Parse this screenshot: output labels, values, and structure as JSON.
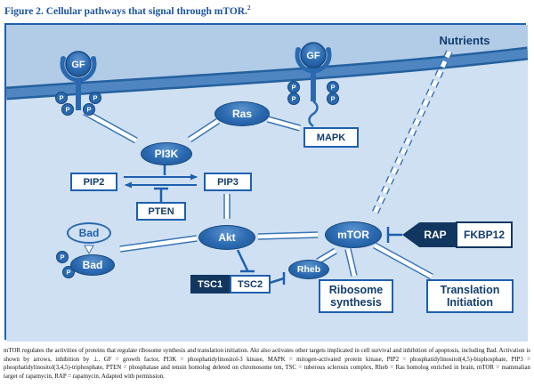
{
  "title": {
    "text": "Figure 2. Cellular pathways that signal through mTOR.",
    "superscript": "2"
  },
  "labels": {
    "gf": "GF",
    "p": "P",
    "nutrients": "Nutrients"
  },
  "nodes": {
    "ras": "Ras",
    "mapk": "MAPK",
    "pi3k": "PI3K",
    "pip2": "PIP2",
    "pip3": "PIP3",
    "pten": "PTEN",
    "akt": "Akt",
    "bad": "Bad",
    "tsc1": "TSC1",
    "tsc2": "TSC2",
    "rheb": "Rheb",
    "mtor": "mTOR",
    "rap": "RAP",
    "fkbp12": "FKBP12",
    "ribosome_line1": "Ribosome",
    "ribosome_line2": "synthesis",
    "translation_line1": "Translation",
    "translation_line2": "Initiation"
  },
  "colors": {
    "accent_blue": "#1e5fae",
    "node_blue": "#2a69b0",
    "dark_navy": "#11365f",
    "panel_fill": "#cfe0f2",
    "extracellular_fill": "#b2cbe7",
    "membrane": "#4f86c2"
  },
  "caption": "mTOR regulates the activities of proteins that regulate ribosome synthesis and translation initiation. Akt also activates other targets implicated in cell survival and inhibition of apoptosis, including Bad. Activation is shown by arrows, inhibition by ⊥. GF = growth factor, PI3K = phosphatidylinositol-3 kinase, MAPK = mitogen-activated protein kinase, PIP2 = phosphatidylinositol(4,5)-bisphosphate, PIP3 = phosphatidylinositol(3,4,5)-triphosphate, PTEN = phosphatase and tensin homolog deleted on chromosome ten, TSC = tuberous sclerosis complex, Rheb = Ras homolog enriched in brain, mTOR = mammalian target of rapamycin, RAP = rapamycin. Adapted with permission."
}
